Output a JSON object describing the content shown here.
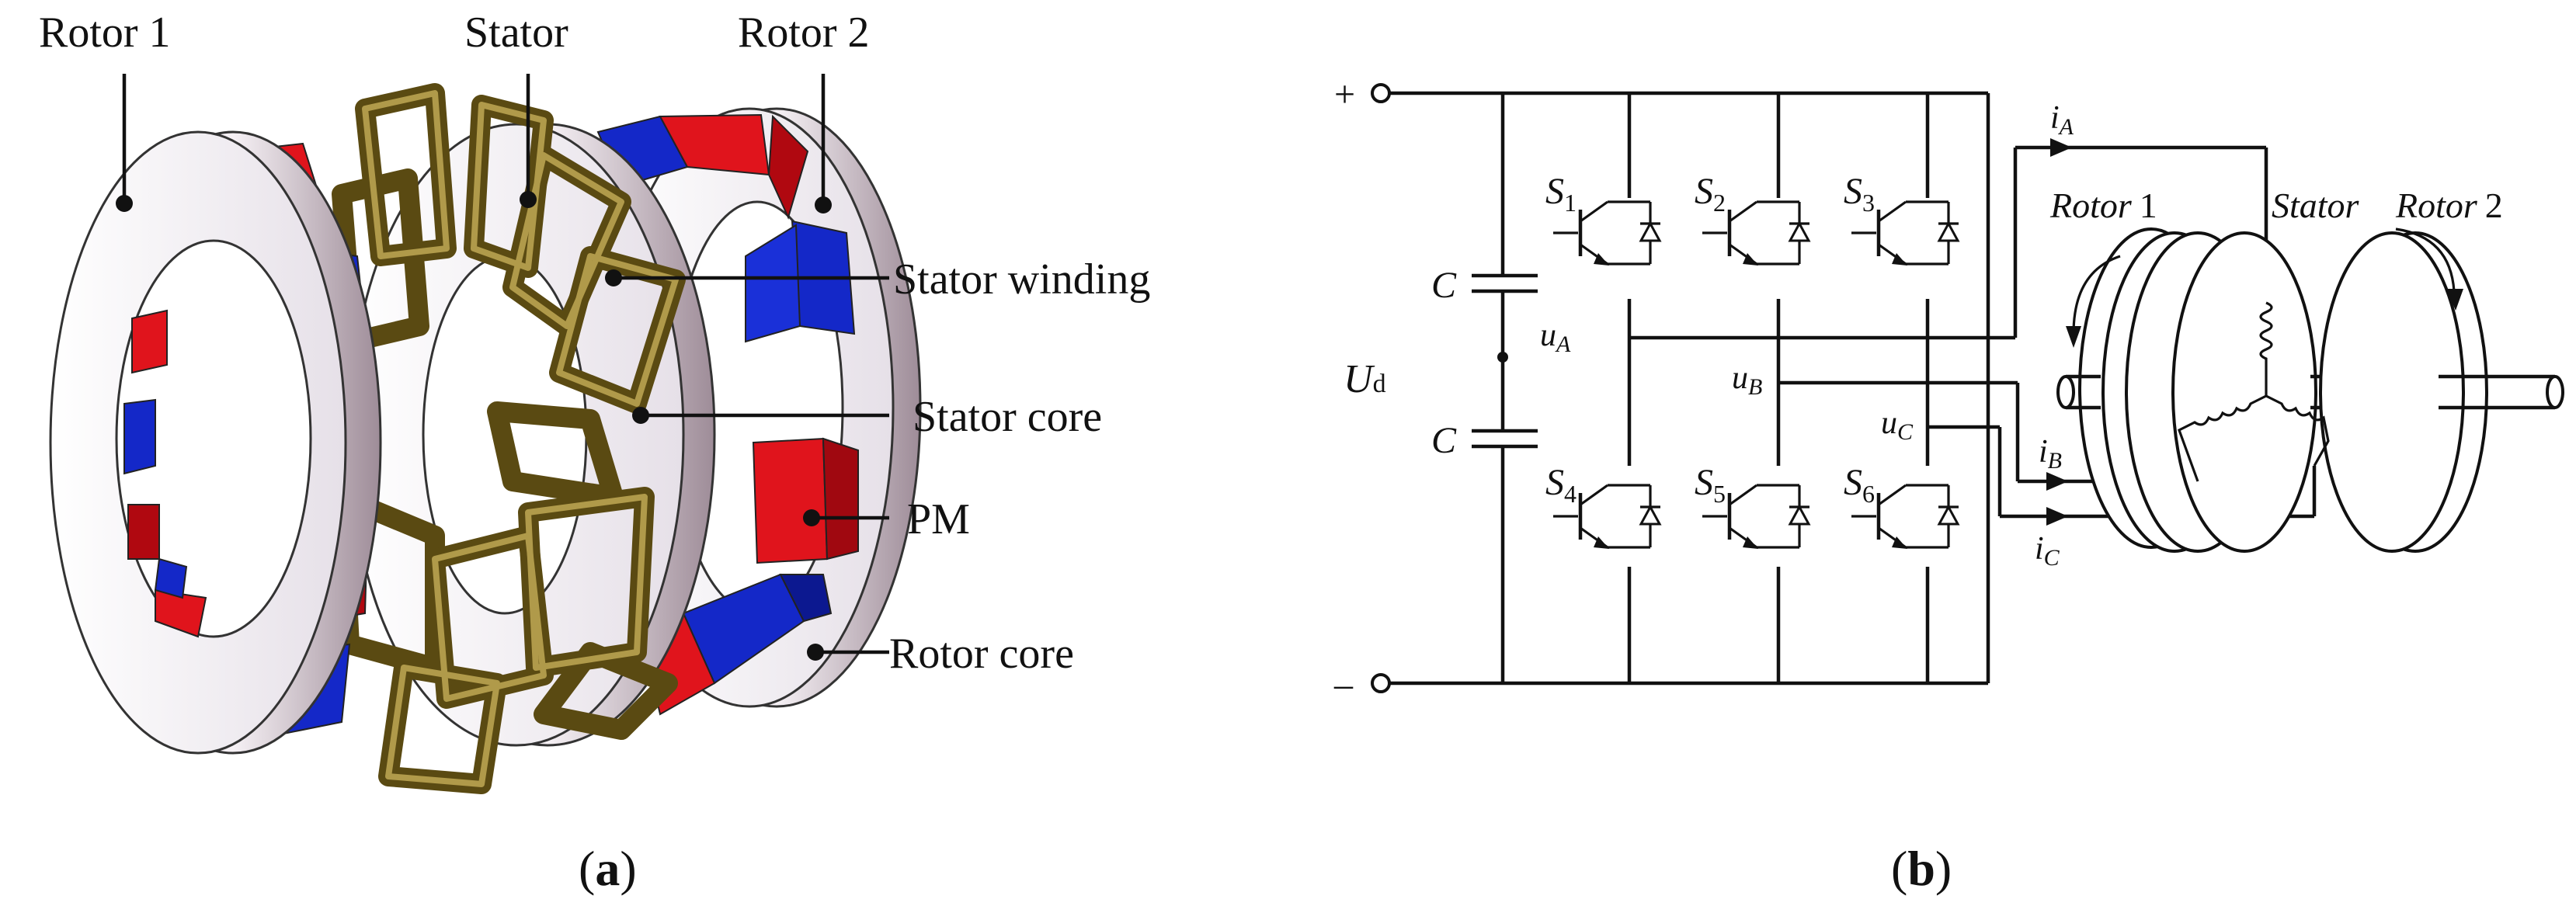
{
  "panel_a": {
    "caption_open": "(",
    "caption_letter": "a",
    "caption_close": ")",
    "labels": {
      "rotor1": "Rotor 1",
      "stator": "Stator",
      "rotor2": "Rotor 2",
      "stator_winding": "Stator winding",
      "stator_core": "Stator core",
      "pm": "PM",
      "rotor_core": "Rotor core"
    },
    "colors": {
      "magnet_north": "#e0141c",
      "magnet_south": "#1428c8",
      "winding": "#6b5a1c",
      "rotor_core": "#efeaf0"
    }
  },
  "panel_b": {
    "caption_open": "(",
    "caption_letter": "b",
    "caption_close": ")",
    "terminals": {
      "plus": "+",
      "minus": "–"
    },
    "dc_voltage": {
      "main": "U",
      "sub": "d"
    },
    "capacitors": [
      "C",
      "C"
    ],
    "switches": [
      {
        "main": "S",
        "sub": "1"
      },
      {
        "main": "S",
        "sub": "2"
      },
      {
        "main": "S",
        "sub": "3"
      },
      {
        "main": "S",
        "sub": "4"
      },
      {
        "main": "S",
        "sub": "5"
      },
      {
        "main": "S",
        "sub": "6"
      }
    ],
    "phase_voltages": [
      {
        "main": "u",
        "sub": "A"
      },
      {
        "main": "u",
        "sub": "B"
      },
      {
        "main": "u",
        "sub": "C"
      }
    ],
    "phase_currents": [
      {
        "main": "i",
        "sub": "A"
      },
      {
        "main": "i",
        "sub": "B"
      },
      {
        "main": "i",
        "sub": "C"
      }
    ],
    "machine_labels": {
      "rotor1": {
        "main": "Rotor",
        "num": "1"
      },
      "stator": "Stator",
      "rotor2": {
        "main": "Rotor",
        "num": "2"
      }
    }
  }
}
